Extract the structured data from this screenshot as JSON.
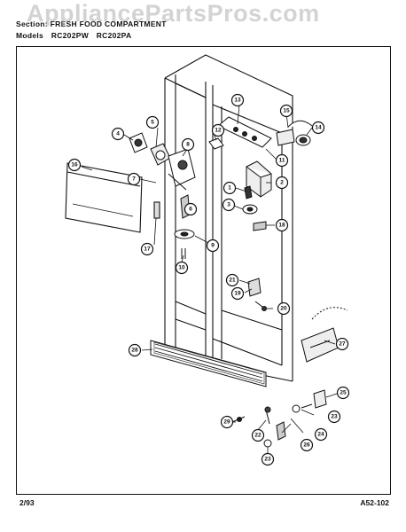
{
  "header": {
    "section_label": "Section:",
    "section_title": "FRESH FOOD COMPARTMENT",
    "models_label": "Models",
    "models": [
      "RC202PW",
      "RC202PA"
    ]
  },
  "watermark": "AppliancePartsPros.com",
  "footer": {
    "date": "2/93",
    "page_code": "A52-102"
  },
  "callouts": [
    "1",
    "2",
    "3",
    "4",
    "5",
    "6",
    "7",
    "8",
    "9",
    "10",
    "11",
    "12",
    "13",
    "14",
    "15",
    "16",
    "17",
    "18",
    "19",
    "20",
    "21",
    "22",
    "23",
    "24",
    "25",
    "26",
    "27",
    "28",
    "29"
  ]
}
